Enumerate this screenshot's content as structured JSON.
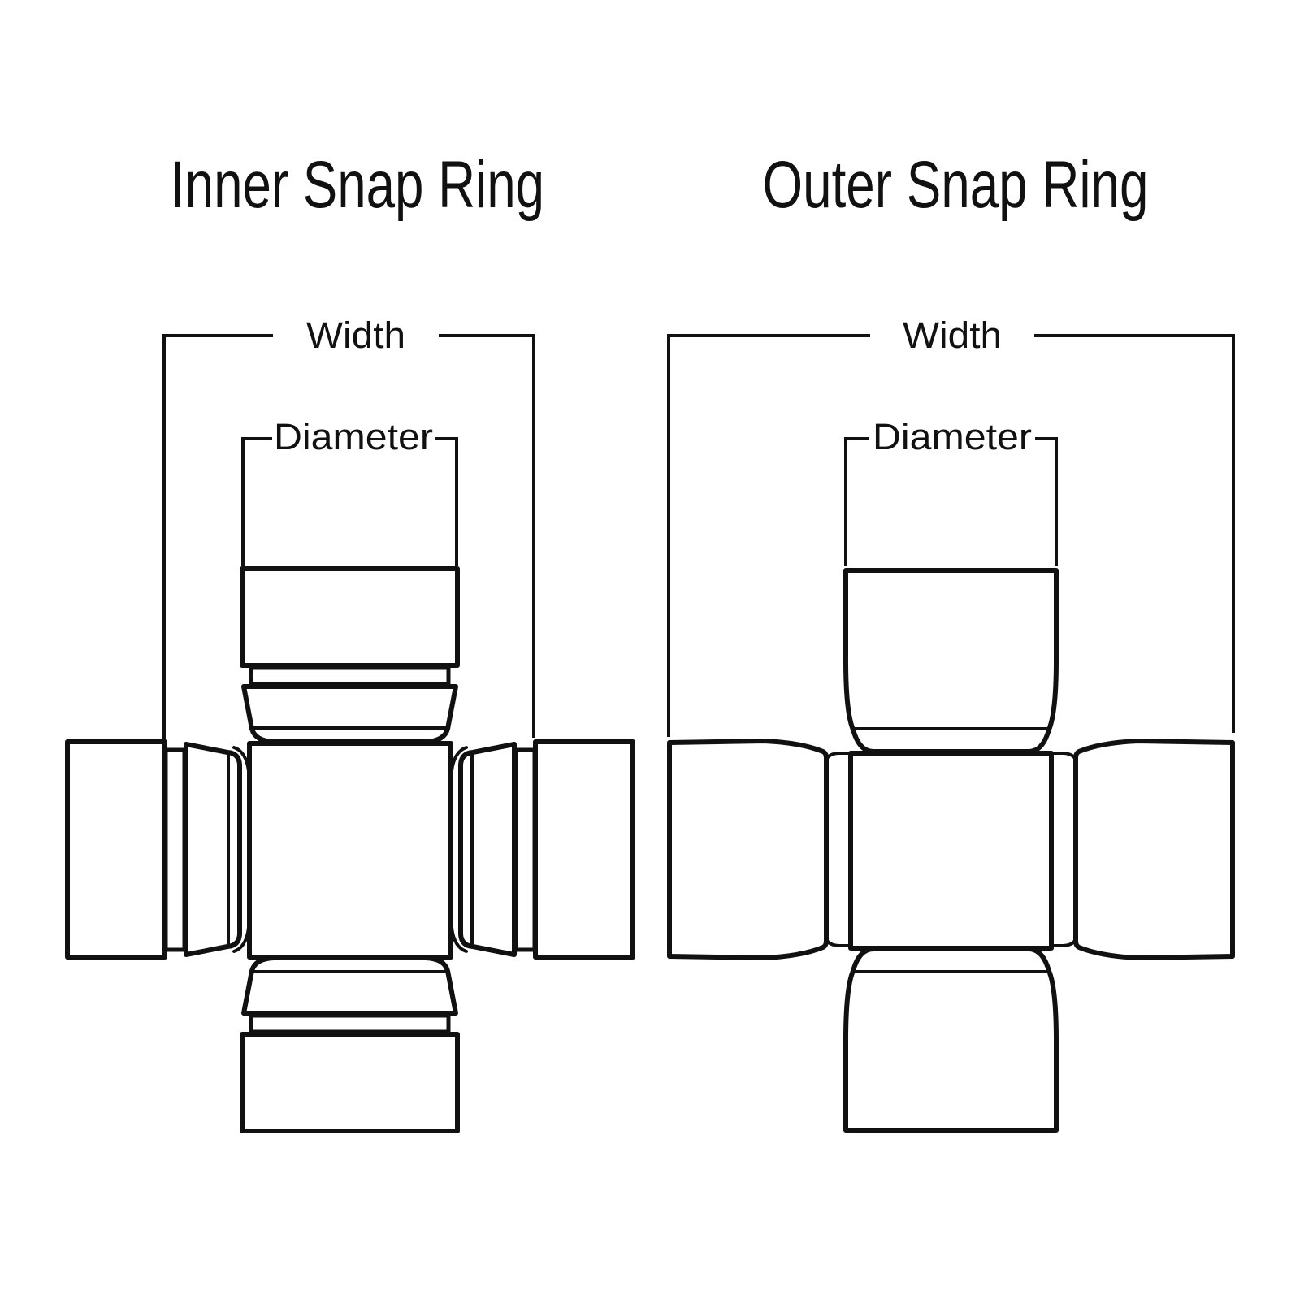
{
  "colors": {
    "background": "#ffffff",
    "line": "#111111"
  },
  "diagrams": [
    {
      "title": "Inner Snap Ring",
      "width_label": "Width",
      "diameter_label": "Diameter"
    },
    {
      "title": "Outer Snap Ring",
      "width_label": "Width",
      "diameter_label": "Diameter"
    }
  ]
}
